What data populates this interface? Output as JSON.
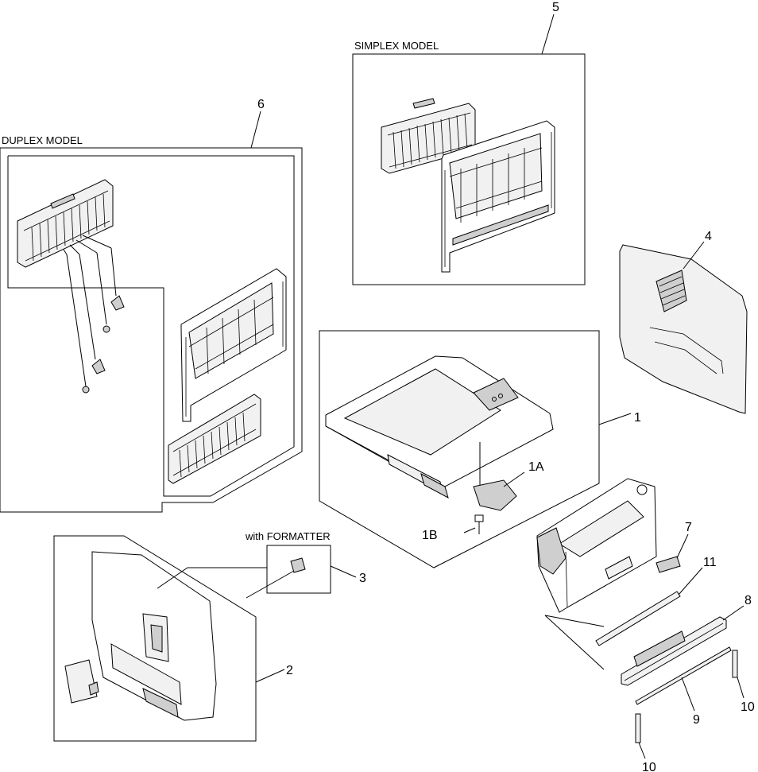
{
  "captions": {
    "simplex": "SIMPLEX MODEL",
    "duplex": "DUPLEX MODEL",
    "formatter": "with FORMATTER"
  },
  "callouts": {
    "c1": "1",
    "c1a": "1A",
    "c1b": "1B",
    "c2": "2",
    "c3": "3",
    "c4": "4",
    "c5": "5",
    "c6": "6",
    "c7": "7",
    "c8": "8",
    "c9": "9",
    "c10a": "10",
    "c10b": "10",
    "c11": "11"
  }
}
